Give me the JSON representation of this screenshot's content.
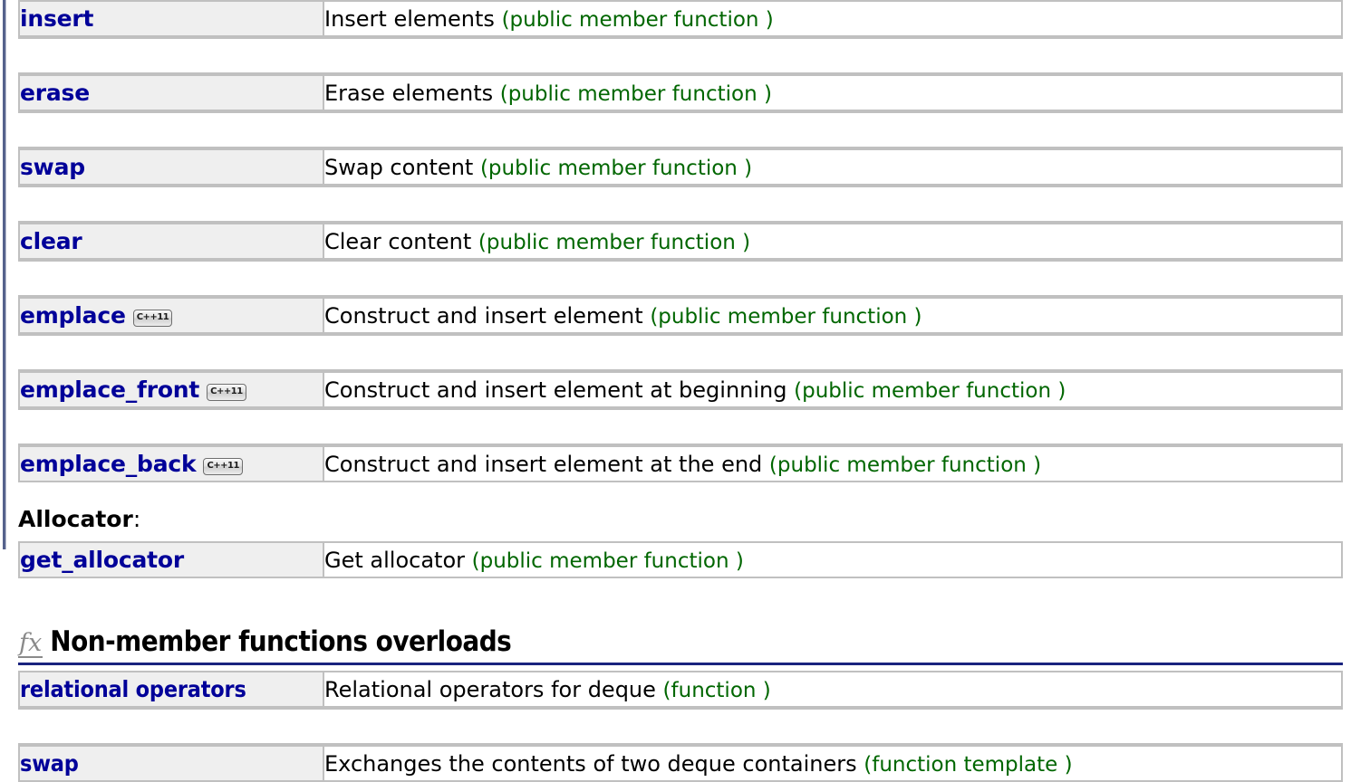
{
  "page": {
    "accent_navy": "#1a237e",
    "link_blue": "#000099",
    "kind_green": "#006600",
    "row_bg": "#efefef",
    "border_gray": "#c0c0c0"
  },
  "member_functions_table": {
    "rows": [
      {
        "name": "insert",
        "badge": "",
        "desc": "Insert elements",
        "kind": "(public member function )"
      },
      {
        "name": "erase",
        "badge": "",
        "desc": "Erase elements",
        "kind": "(public member function )"
      },
      {
        "name": "swap",
        "badge": "",
        "desc": "Swap content",
        "kind": "(public member function )"
      },
      {
        "name": "clear",
        "badge": "",
        "desc": "Clear content",
        "kind": "(public member function )"
      },
      {
        "name": "emplace",
        "badge": "C++11",
        "desc": "Construct and insert element",
        "kind": "(public member function )"
      },
      {
        "name": "emplace_front",
        "badge": "C++11",
        "desc": "Construct and insert element at beginning",
        "kind": "(public member function )"
      },
      {
        "name": "emplace_back",
        "badge": "C++11",
        "desc": "Construct and insert element at the end",
        "kind": "(public member function )"
      }
    ]
  },
  "allocator_section": {
    "label": "Allocator",
    "colon": ":",
    "rows": [
      {
        "name": "get_allocator",
        "badge": "",
        "desc": "Get allocator",
        "kind": "(public member function )"
      }
    ]
  },
  "non_member_section": {
    "icon": "fx-icon",
    "icon_glyph": "fx",
    "title": "Non-member functions overloads",
    "rows": [
      {
        "name": "relational operators",
        "badge": "",
        "desc": "Relational operators for deque",
        "kind": "(function )"
      },
      {
        "name": "swap",
        "badge": "",
        "desc": "Exchanges the contents of two deque containers",
        "kind": "(function template )"
      }
    ]
  }
}
